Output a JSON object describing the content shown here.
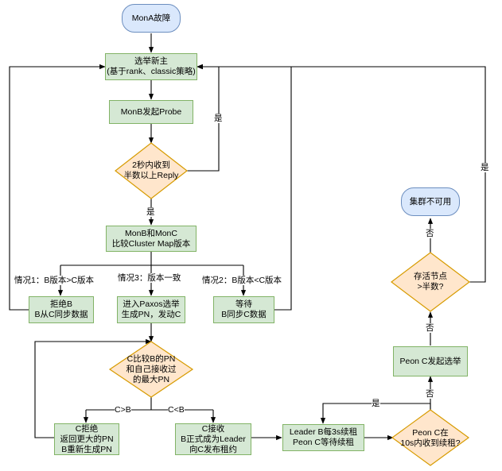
{
  "nodes": {
    "mona_failure": "MonA故障",
    "elect_new_leader": "选举新主\n(基于rank、classic策略)",
    "monb_probe": "MonB发起Probe",
    "reply_check": "2秒内收到\n半数以上Reply",
    "compare_map": "MonB和MonC\n比较Cluster Map版本",
    "reject_sync": "拒绝B\nB从C同步数据",
    "paxos_elect": "进入Paxos选举\n生成PN，发动C",
    "wait_sync": "等待\nB同步C数据",
    "pn_compare": "C比较B的PN\n和自己接收过\n的最大PN",
    "c_reject": "C拒绝\n返回更大的PN\nB重新生成PN",
    "c_accept": "C接收\nB正式成为Leader\n向C发布租约",
    "lease_renew": "Leader B每3s续租\nPeon C等待续租",
    "lease_check": "Peon C在\n10s内收到续租?",
    "peon_elect": "Peon C发起选举",
    "alive_check": "存活节点\n>半数?",
    "cluster_unavailable": "集群不可用"
  },
  "edge_labels": {
    "yes_reply_loop": "是",
    "yes_reply": "是",
    "case1": "情况1：B版本>C版本",
    "case3": "情况3：版本一致",
    "case2": "情况2：B版本<C版本",
    "c_gt_b": "C>B",
    "c_lt_b": "C<B",
    "yes_lease": "是",
    "no_lease": "否",
    "no_peon": "否",
    "no_alive": "否",
    "yes_alive": "是"
  },
  "colors": {
    "process_fill": "#d5e8d4",
    "process_stroke": "#82b366",
    "terminal_fill": "#dae8fc",
    "terminal_stroke": "#6c8ebf",
    "decision_fill": "#ffe6cc",
    "decision_stroke": "#d79b00",
    "edge": "#000000"
  }
}
